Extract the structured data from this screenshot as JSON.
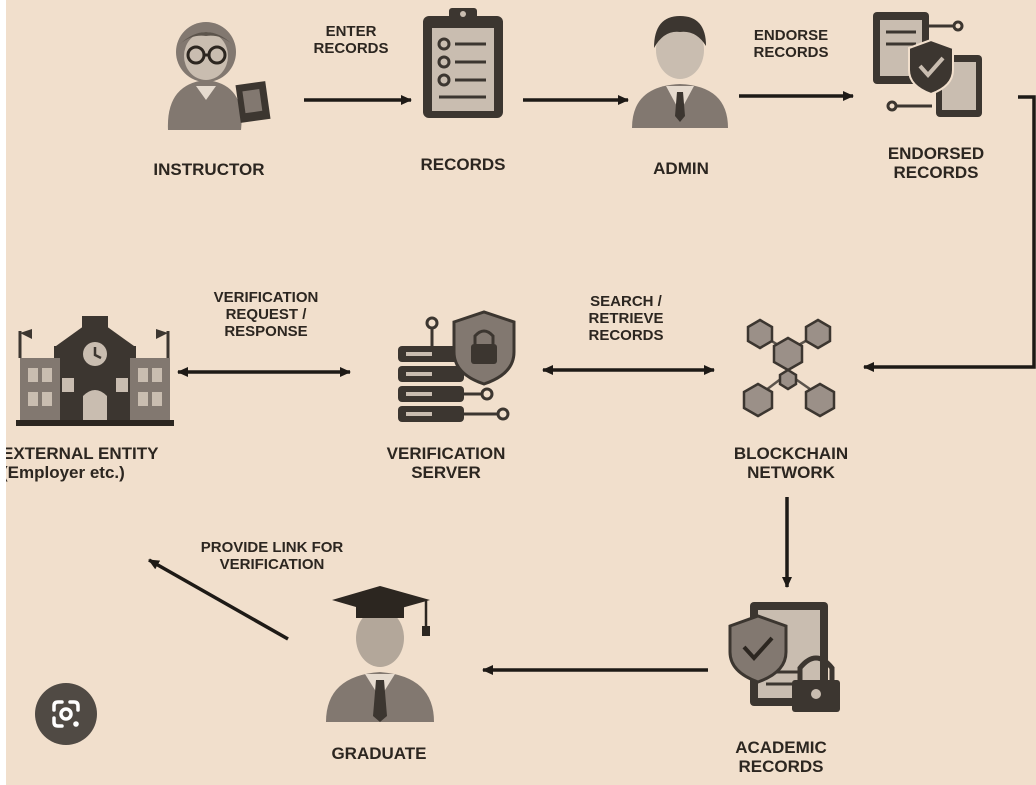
{
  "nodes": {
    "instructor": "INSTRUCTOR",
    "records": "RECORDS",
    "admin": "ADMIN",
    "endorsed_records": [
      "ENDORSED",
      "RECORDS"
    ],
    "external_entity": [
      "EXTERNAL ENTITY",
      "(Employer etc.)"
    ],
    "verification_server": [
      "VERIFICATION",
      "SERVER"
    ],
    "blockchain_network": [
      "BLOCKCHAIN",
      "NETWORK"
    ],
    "graduate": "GRADUATE",
    "academic_records": [
      "ACADEMIC",
      "RECORDS"
    ]
  },
  "edges": {
    "enter_records": [
      "ENTER",
      "RECORDS"
    ],
    "endorse_records": [
      "ENDORSE",
      "RECORDS"
    ],
    "verification_request": [
      "VERIFICATION",
      "REQUEST /",
      "RESPONSE"
    ],
    "search_retrieve": [
      "SEARCH /",
      "RETRIEVE",
      "RECORDS"
    ],
    "provide_link": [
      "PROVIDE LINK FOR",
      "VERIFICATION"
    ]
  },
  "icons": {
    "instructor": "instructor-icon",
    "records": "clipboard-icon",
    "admin": "admin-icon",
    "endorsed_records": "endorsed-documents-icon",
    "external_entity": "university-building-icon",
    "verification_server": "secure-server-icon",
    "blockchain_network": "blockchain-icon",
    "graduate": "graduate-icon",
    "academic_records": "academic-records-icon",
    "lens": "google-lens-icon"
  },
  "colors": {
    "background": "#f1dfcc",
    "ink": "#2c2620",
    "icon_dark": "#3c3630",
    "icon_mid": "#827870",
    "icon_light": "#c9bdb0"
  }
}
